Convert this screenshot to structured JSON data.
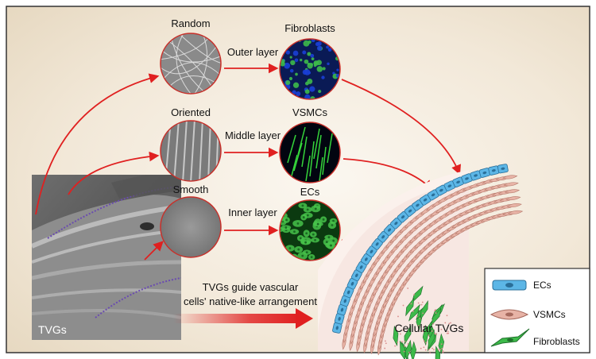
{
  "scaffolds": [
    {
      "name": "Random",
      "layer": "Outer layer",
      "cell": "Fibroblasts"
    },
    {
      "name": "Oriented",
      "layer": "Middle layer",
      "cell": "VSMCs"
    },
    {
      "name": "Smooth",
      "layer": "Inner layer",
      "cell": "ECs"
    }
  ],
  "sem_label": "TVGs",
  "guide_text": [
    "TVGs guide vascular",
    "cells' native-like arrangement"
  ],
  "result_label": "Cellular TVGs",
  "legend": [
    {
      "label": "ECs",
      "icon": "endothelial-cell-icon"
    },
    {
      "label": "VSMCs",
      "icon": "smooth-muscle-cell-icon"
    },
    {
      "label": "Fibroblasts",
      "icon": "fibroblast-icon"
    }
  ],
  "colors": {
    "arrow": "#e02020",
    "background": "#f3e9d9",
    "ec": "#5cb6e6",
    "vsmc": "#e7b3a6",
    "fibroblast": "#3dba4a",
    "stain_nucleus": "#1a3fd6"
  }
}
